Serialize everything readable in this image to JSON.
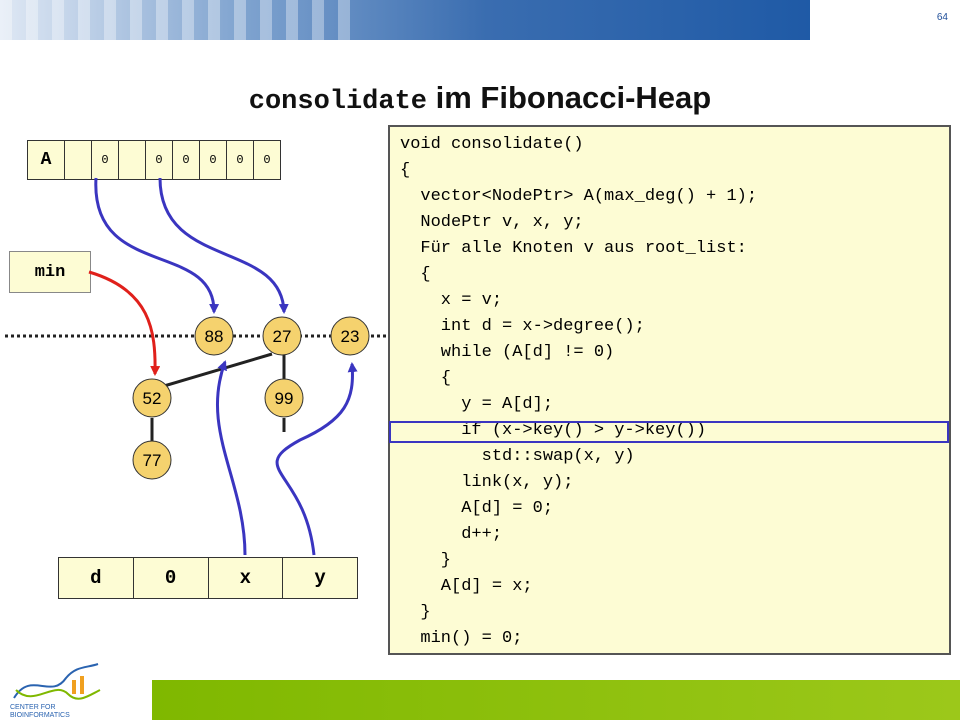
{
  "page_number": "64",
  "title": {
    "code_part": "consolidate",
    "text_part": " im Fibonacci-Heap"
  },
  "array_A": {
    "label": "A",
    "cells": [
      "",
      "0",
      "",
      "0",
      "0",
      "0",
      "0",
      "0"
    ]
  },
  "min_label": "min",
  "vars": [
    "d",
    "0",
    "x",
    "y"
  ],
  "nodes": [
    "88",
    "27",
    "23",
    "52",
    "99",
    "77"
  ],
  "code_lines": [
    "void consolidate()",
    "{",
    "  vector<NodePtr> A(max_deg() + 1);",
    "  NodePtr v, x, y;",
    "  Für alle Knoten v aus root_list:",
    "  {",
    "    x = v;",
    "    int d = x->degree();",
    "    while (A[d] != 0)",
    "    {",
    "      y = A[d];",
    "      if (x->key() > y->key())",
    "        std::swap(x, y)",
    "      link(x, y);",
    "      A[d] = 0;",
    "      d++;",
    "    }",
    "    A[d] = x;",
    "  }",
    "  min() = 0;"
  ],
  "logo": {
    "line1": "CENTER FOR",
    "line2": "BIOINFORMATICS"
  },
  "colors": {
    "node_fill": "#f5d26e",
    "arrow_blue": "#3a35c0",
    "arrow_red": "#e0201b",
    "code_bg": "#fdfcd4",
    "green_bar": "#8cc010"
  }
}
